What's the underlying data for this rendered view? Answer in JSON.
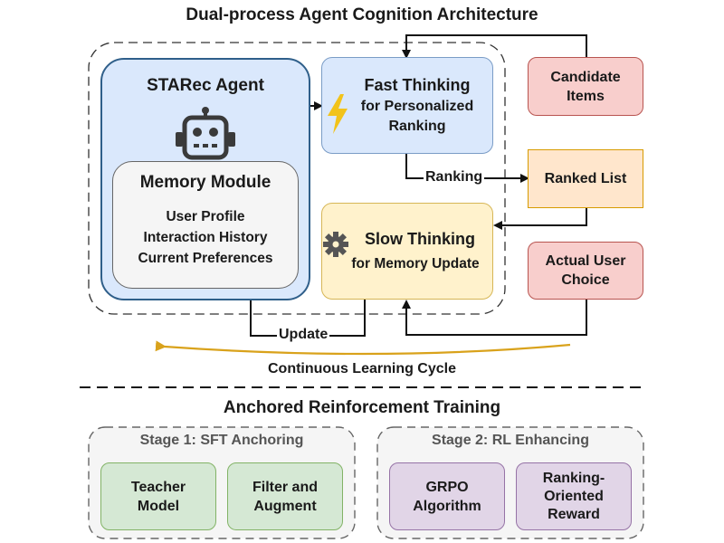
{
  "title": "Dual-process Agent Cognition Architecture",
  "agent": {
    "title": "STARec Agent",
    "icon": "robot-icon",
    "memory": {
      "title": "Memory Module",
      "items": [
        "User Profile",
        "Interaction History",
        "Current Preferences"
      ]
    }
  },
  "fast": {
    "title": "Fast Thinking",
    "sub1": "for Personalized",
    "sub2": "Ranking",
    "icon": "lightning-icon"
  },
  "slow": {
    "title": "Slow Thinking",
    "sub": "for Memory Update",
    "icon": "gear-icon"
  },
  "candidate": {
    "line1": "Candidate",
    "line2": "Items"
  },
  "ranked": "Ranked List",
  "actual": {
    "line1": "Actual User",
    "line2": "Choice"
  },
  "edges": {
    "ranking": "Ranking",
    "update": "Update"
  },
  "cycle": "Continuous Learning Cycle",
  "training": {
    "title": "Anchored Reinforcement Training",
    "stage1": {
      "title": "Stage 1: SFT Anchoring",
      "box1": [
        "Teacher",
        "Model"
      ],
      "box2": [
        "Filter and",
        "Augment"
      ]
    },
    "stage2": {
      "title": "Stage 2: RL Enhancing",
      "box1": [
        "GRPO",
        "Algorithm"
      ],
      "box2": [
        "Ranking-",
        "Oriented",
        "Reward"
      ]
    }
  },
  "colors": {
    "blue_fill": "#dae8fc",
    "blue_stroke": "#2f5f8a",
    "gray_fill": "#f5f5f5",
    "gray_stroke": "#666666",
    "yellow_fill": "#fff2cc",
    "yellow_stroke": "#d6b656",
    "red_fill": "#f8cecc",
    "red_stroke": "#b85450",
    "orange_fill": "#ffe6cc",
    "orange_stroke": "#d79b00",
    "green_fill": "#d5e8d4",
    "green_stroke": "#82b366",
    "purple_fill": "#e1d5e7",
    "purple_stroke": "#9673a6",
    "cycle_arrow": "#d9a21b"
  }
}
